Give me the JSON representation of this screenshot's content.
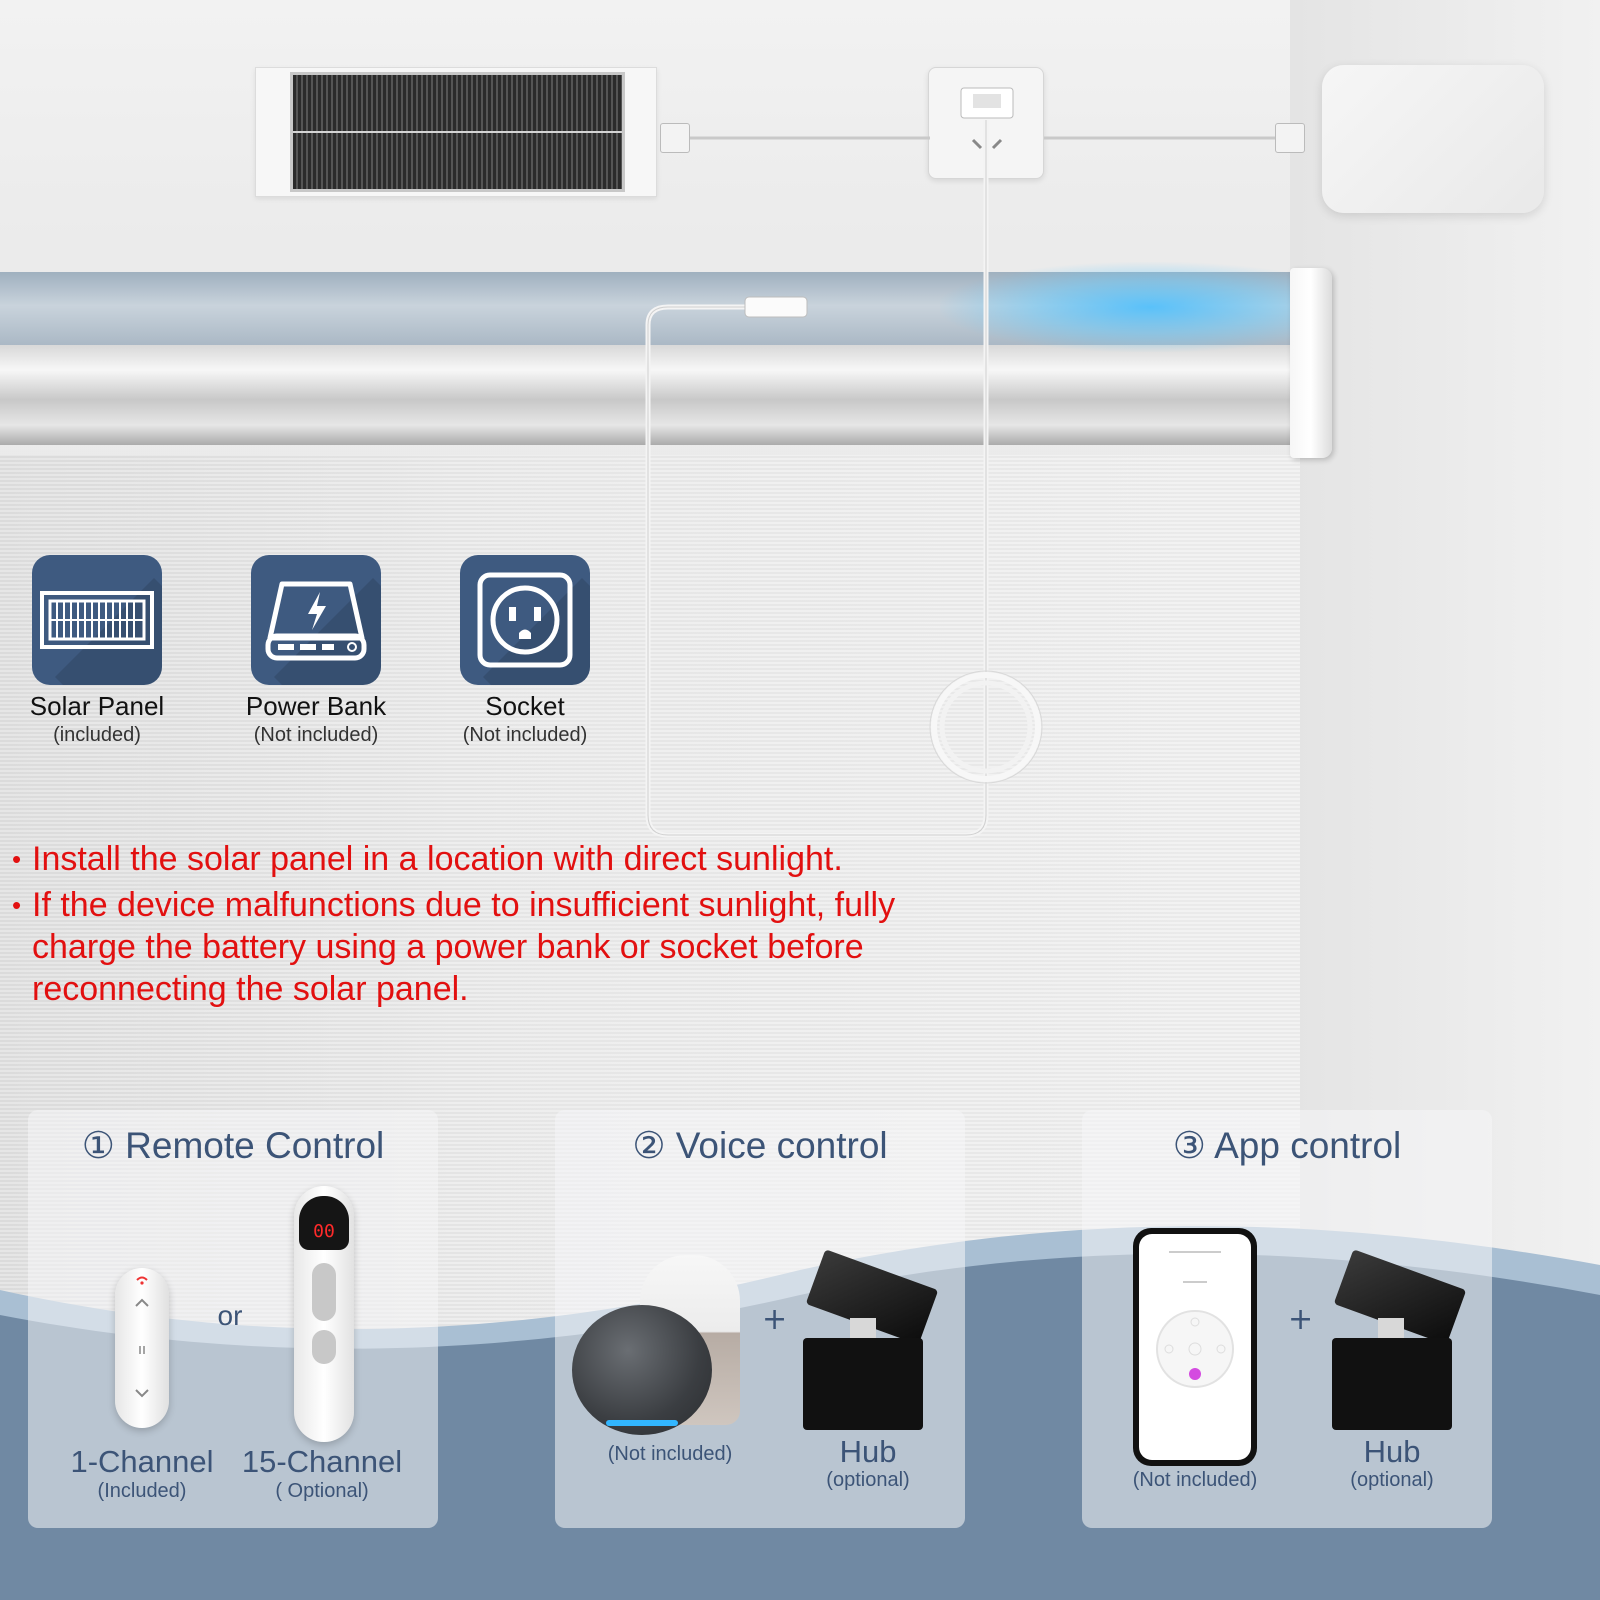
{
  "power_sources": [
    {
      "name": "Solar Panel",
      "note": "(included)",
      "icon": "solar-panel-icon"
    },
    {
      "name": "Power Bank",
      "note": "(Not included)",
      "icon": "power-bank-icon"
    },
    {
      "name": "Socket",
      "note": "(Not included)",
      "icon": "socket-icon"
    }
  ],
  "notes": [
    "Install the solar panel in a location with direct sunlight.",
    "If the device malfunctions due to insufficient sunlight, fully charge the battery using a power bank or socket before reconnecting the solar panel."
  ],
  "notes_bullet": "•",
  "controls": {
    "remote": {
      "title": "① Remote Control",
      "or_label": "or",
      "one_channel": {
        "name": "1-Channel",
        "note": "(Included)"
      },
      "fifteen_channel": {
        "name": "15-Channel",
        "note": "( Optional)",
        "display": "00"
      }
    },
    "voice": {
      "title": "② Voice control",
      "speaker_note": "(Not included)",
      "plus": "+",
      "hub": {
        "name": "Hub",
        "note": "(optional)"
      }
    },
    "app": {
      "title": "③ App control",
      "phone_note": "(Not included)",
      "plus": "+",
      "hub": {
        "name": "Hub",
        "note": "(optional)"
      }
    }
  },
  "colors": {
    "accent_blue": "#3c5477",
    "tile_blue": "#3e5a80",
    "warning_red": "#e21010",
    "wave_dark": "#7089a3",
    "wave_light": "#a9bfd3"
  }
}
